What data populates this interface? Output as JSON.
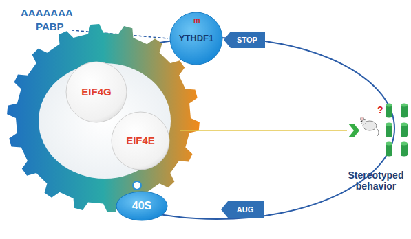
{
  "diagram": {
    "nodes": [
      {
        "text": [
          "YTHDF1"
        ]
      },
      {
        "text": [
          "STOP"
        ]
      },
      {
        "text": [
          "EIF4G"
        ]
      },
      {
        "text": [
          "EIF4E"
        ]
      },
      {
        "text": [
          "40S"
        ]
      },
      {
        "text": [
          "AUG"
        ]
      }
    ],
    "labels": [
      "AAAAAAA",
      "PABP",
      "m",
      "?",
      "Stereotyped behavior"
    ]
  }
}
